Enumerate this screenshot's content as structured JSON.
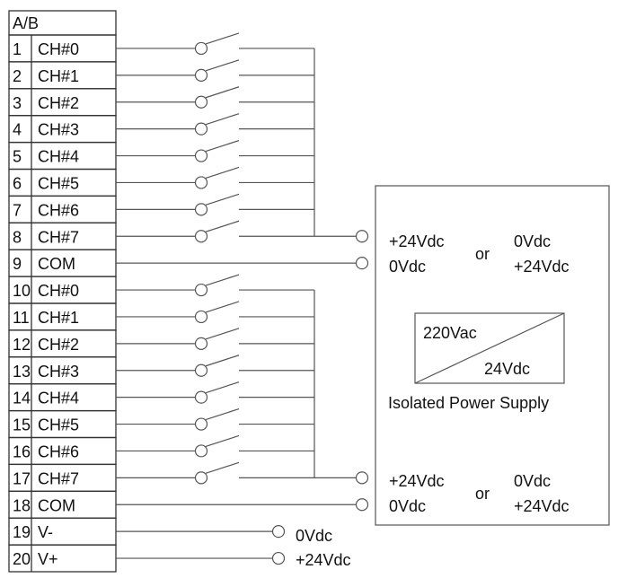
{
  "terminal_block": {
    "header": "A/B",
    "rows": [
      {
        "num": "1",
        "label": "CH#0"
      },
      {
        "num": "2",
        "label": "CH#1"
      },
      {
        "num": "3",
        "label": "CH#2"
      },
      {
        "num": "4",
        "label": "CH#3"
      },
      {
        "num": "5",
        "label": "CH#4"
      },
      {
        "num": "6",
        "label": "CH#5"
      },
      {
        "num": "7",
        "label": "CH#6"
      },
      {
        "num": "8",
        "label": "CH#7"
      },
      {
        "num": "9",
        "label": "COM"
      },
      {
        "num": "10",
        "label": "CH#0"
      },
      {
        "num": "11",
        "label": "CH#1"
      },
      {
        "num": "12",
        "label": "CH#2"
      },
      {
        "num": "13",
        "label": "CH#3"
      },
      {
        "num": "14",
        "label": "CH#4"
      },
      {
        "num": "15",
        "label": "CH#5"
      },
      {
        "num": "16",
        "label": "CH#6"
      },
      {
        "num": "17",
        "label": "CH#7"
      },
      {
        "num": "18",
        "label": "COM"
      },
      {
        "num": "19",
        "label": "V-"
      },
      {
        "num": "20",
        "label": "V+"
      }
    ]
  },
  "power_supply": {
    "group1": {
      "a_top": "+24Vdc",
      "a_bottom": "0Vdc",
      "or": "or",
      "b_top": "0Vdc",
      "b_bottom": "+24Vdc"
    },
    "group2": {
      "a_top": "+24Vdc",
      "a_bottom": "0Vdc",
      "or": "or",
      "b_top": "0Vdc",
      "b_bottom": "+24Vdc"
    },
    "converter": {
      "input": "220Vac",
      "output": "24Vdc"
    },
    "caption": "Isolated Power Supply"
  },
  "vterminals": {
    "vminus": "0Vdc",
    "vplus": "+24Vdc"
  }
}
